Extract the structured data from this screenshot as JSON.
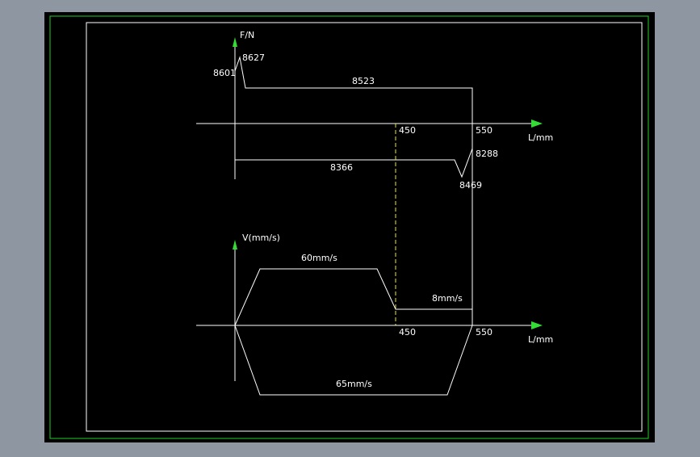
{
  "colors": {
    "canvas_bg": "#8e97a1",
    "sheet_bg": "#000000",
    "outer_frame": "#22cc22",
    "inner_frame": "#ffffff",
    "line": "#ffffff",
    "dashed_guide": "#e6e62e",
    "arrow_head": "#33dd33"
  },
  "force_diagram": {
    "y_axis_label": "F/N",
    "x_axis_label": "L/mm",
    "tick_450": "450",
    "tick_550": "550",
    "labels": {
      "peak_start": "8601",
      "peak_top": "8627",
      "forward_plateau": "8523",
      "return_plateau": "8366",
      "return_peak_top": "8288",
      "return_peak_bottom": "8469"
    }
  },
  "velocity_diagram": {
    "y_axis_label": "V(mm/s)",
    "x_axis_label": "L/mm",
    "tick_450": "450",
    "tick_550": "550",
    "labels": {
      "fast_forward": "60mm/s",
      "work_feed": "8mm/s",
      "fast_return": "65mm/s"
    }
  }
}
